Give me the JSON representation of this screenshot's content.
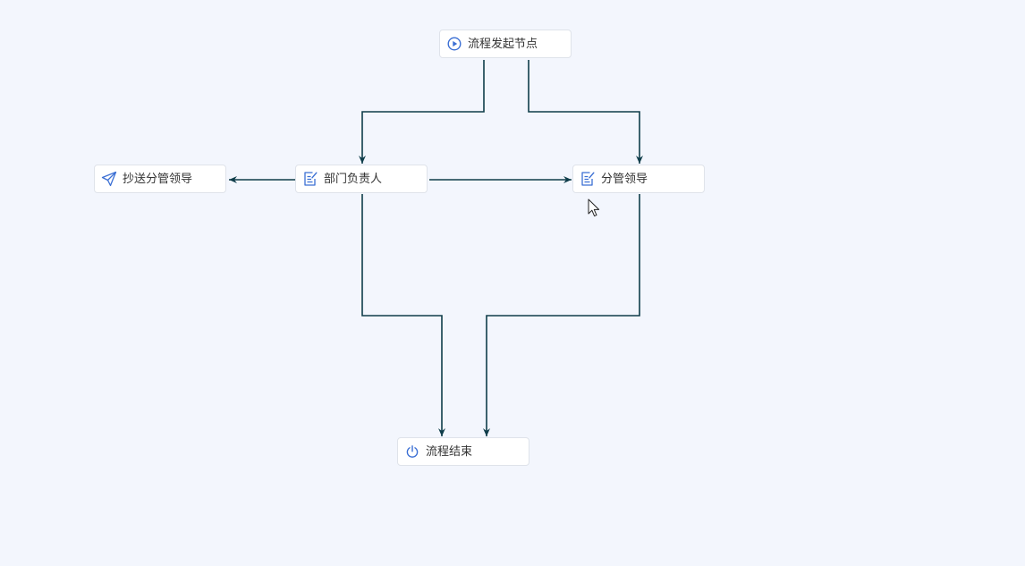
{
  "colors": {
    "background": "#f3f6fd",
    "edge": "#0f3d4a",
    "icon": "#3b6fd4",
    "node_border": "#dfe3ea"
  },
  "nodes": {
    "start": {
      "label": "流程发起节点",
      "icon": "play-circle-icon"
    },
    "cc": {
      "label": "抄送分管领导",
      "icon": "send-icon"
    },
    "dept": {
      "label": "部门负责人",
      "icon": "approval-doc-icon"
    },
    "lead": {
      "label": "分管领导",
      "icon": "approval-doc-icon"
    },
    "end": {
      "label": "流程结束",
      "icon": "power-icon"
    }
  },
  "edges": [
    {
      "from": "start",
      "to": "dept"
    },
    {
      "from": "start",
      "to": "lead"
    },
    {
      "from": "dept",
      "to": "cc"
    },
    {
      "from": "dept",
      "to": "lead"
    },
    {
      "from": "dept",
      "to": "end"
    },
    {
      "from": "lead",
      "to": "end"
    }
  ]
}
